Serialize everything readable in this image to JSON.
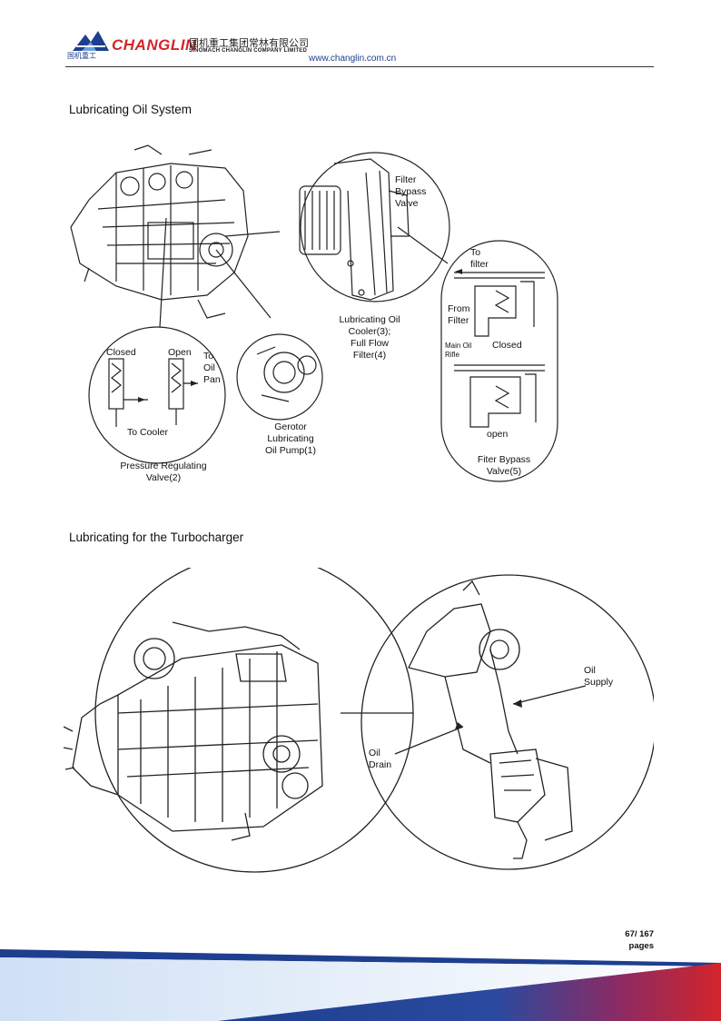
{
  "header": {
    "logo_text_cn": "国机重工",
    "brand": "CHANGLIN",
    "company_cn": "国机重工集团常林有限公司",
    "company_en": "SINOMACH CHANGLIN COMPANY LIMITED",
    "url": "www.changlin.com.cn",
    "colors": {
      "brand_red": "#d3252a",
      "brand_blue": "#1e3e8f"
    }
  },
  "sections": [
    {
      "title": "Lubricating Oil System"
    },
    {
      "title": "Lubricating for the Turbocharger"
    }
  ],
  "diagram1": {
    "labels": {
      "filter_bypass_valve": [
        "Filter",
        "Bypass",
        "Valve"
      ],
      "to_filter": [
        "To",
        "filter"
      ],
      "from_filter": [
        "From",
        "Filter"
      ],
      "main_oil_rifle": [
        "Main Oil",
        "Rifle"
      ],
      "closed_right": "Closed",
      "open_right": "open",
      "oil_cooler": [
        "Lubricating Oil",
        "Cooler(3);",
        "Full Flow",
        "Filter(4)"
      ],
      "closed_left": "Closed",
      "open_left": "Open",
      "to_oil_pan": [
        "To",
        "Oil",
        "Pan"
      ],
      "to_cooler": "To Cooler",
      "gerotor": [
        "Gerotor",
        "Lubricating",
        "Oil Pump(1)"
      ],
      "pressure_valve": [
        "Pressure Regulating",
        "Valve(2)"
      ],
      "bypass_valve_5": [
        "Fiter Bypass",
        "Valve(5)"
      ]
    }
  },
  "diagram2": {
    "labels": {
      "oil_supply": [
        "Oil",
        "Supply"
      ],
      "oil_drain": [
        "Oil",
        "Drain"
      ]
    }
  },
  "footer": {
    "page": "67/ 167",
    "pages_label": "pages"
  }
}
